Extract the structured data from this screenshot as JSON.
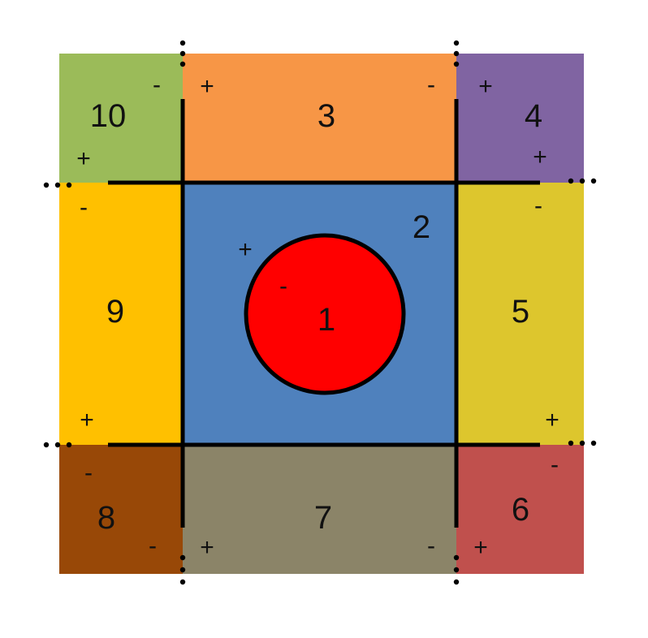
{
  "regions": [
    {
      "id": "region-1",
      "label": "1",
      "color": "#FF0000"
    },
    {
      "id": "region-2",
      "label": "2",
      "color": "#4F81BD"
    },
    {
      "id": "region-3",
      "label": "3",
      "color": "#F79646"
    },
    {
      "id": "region-4",
      "label": "4",
      "color": "#8064A2"
    },
    {
      "id": "region-5",
      "label": "5",
      "color": "#DDC62D"
    },
    {
      "id": "region-6",
      "label": "6",
      "color": "#C0504D"
    },
    {
      "id": "region-7",
      "label": "7",
      "color": "#8B8468"
    },
    {
      "id": "region-8",
      "label": "8",
      "color": "#984807"
    },
    {
      "id": "region-9",
      "label": "9",
      "color": "#FFC000"
    },
    {
      "id": "region-10",
      "label": "10",
      "color": "#9BBB59"
    }
  ],
  "signs": {
    "plus": "+",
    "minus": "-"
  },
  "line_color": "#000000"
}
